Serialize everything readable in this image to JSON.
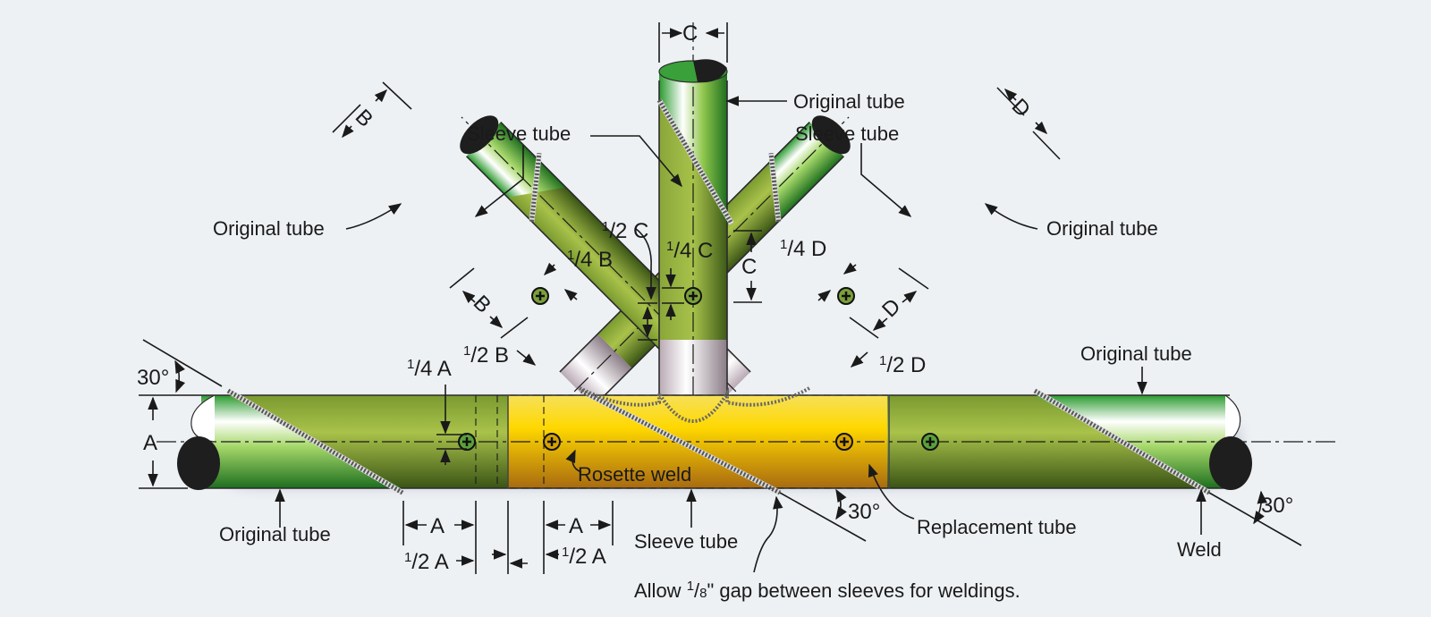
{
  "labels": {
    "original_tube": "Original tube",
    "sleeve_tube": "Sleeve tube",
    "replacement_tube": "Replacement tube",
    "rosette_weld": "Rosette weld",
    "weld": "Weld",
    "allow_prefix": "Allow ",
    "allow_frac_num": "1",
    "allow_frac_den": "8",
    "allow_suffix": "\" gap between sleeves for weldings."
  },
  "dims": {
    "A": "A",
    "B": "B",
    "C": "C",
    "D": "D",
    "angle": "30°",
    "one": "1",
    "two": "2",
    "four": "4"
  },
  "colors": {
    "original_tube": "#3fae3a",
    "sleeve_tube": "#8db83a",
    "replacement_tube": "#f2c20c",
    "background": "#eef1f4"
  }
}
